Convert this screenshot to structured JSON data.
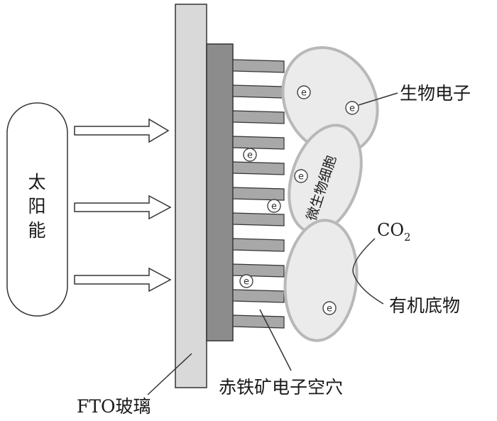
{
  "labels": {
    "sun": [
      "太",
      "阳",
      "能"
    ],
    "bio_electron": "生物电子",
    "microbe_cell": "微生物细胞",
    "co2_main": "CO",
    "co2_sub": "2",
    "organic": "有机底物",
    "hematite": "赤铁矿电子空穴",
    "fto": "FTO玻璃"
  },
  "electron_symbol": "e",
  "colors": {
    "cell_fill": "#ebebeb",
    "cell_stroke": "#b8b8b8",
    "glass_fill": "#d9d9d9",
    "hematite_fill": "#8c8c8c",
    "rod_fill": "#a8a8a8",
    "line": "#333333"
  }
}
